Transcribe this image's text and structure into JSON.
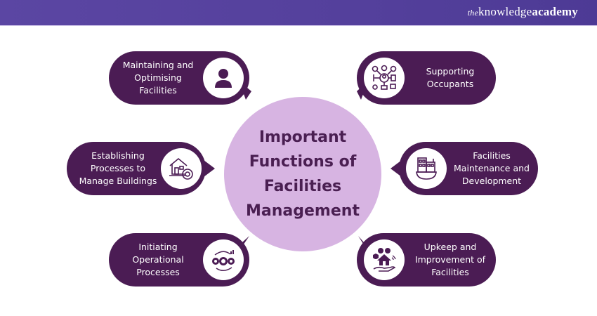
{
  "header": {
    "brand_prefix": "the",
    "brand_main": "knowledge",
    "brand_suffix": "academy",
    "colors": {
      "banner": "#5b46a3"
    }
  },
  "center": {
    "title_lines": [
      "Important",
      "Functions of",
      "Facilities",
      "Management"
    ],
    "colors": {
      "fill": "#d7b4e2",
      "text": "#4a1f52"
    }
  },
  "functions": [
    {
      "label_lines": [
        "Maintaining and",
        "Optimising",
        "Facilities"
      ],
      "icon": "person-icon"
    },
    {
      "label_lines": [
        "Supporting",
        "Occupants"
      ],
      "icon": "occupant-support-network-icon"
    },
    {
      "label_lines": [
        "Establishing",
        "Processes to",
        "Manage Buildings"
      ],
      "icon": "house-gear-icon"
    },
    {
      "label_lines": [
        "Facilities",
        "Maintenance and",
        "Development"
      ],
      "icon": "building-gear-icon"
    },
    {
      "label_lines": [
        "Initiating",
        "Operational",
        "Processes"
      ],
      "icon": "gears-cycle-icon"
    },
    {
      "label_lines": [
        "Upkeep and",
        "Improvement of",
        "Facilities"
      ],
      "icon": "hand-house-icon"
    }
  ],
  "colors": {
    "bubble": "#4b1c54",
    "icon_disc": "#ffffff"
  }
}
